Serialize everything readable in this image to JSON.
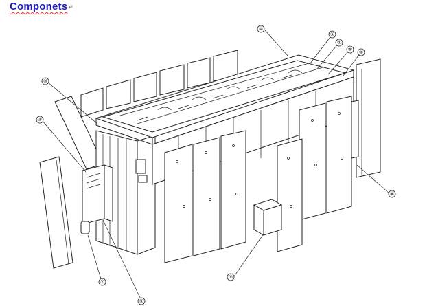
{
  "document": {
    "title": "Componets",
    "paragraph_mark": "↵"
  },
  "callouts": [
    {
      "id": "c1",
      "label": "①"
    },
    {
      "id": "c2",
      "label": "①"
    },
    {
      "id": "c3",
      "label": "②"
    },
    {
      "id": "c4",
      "label": "⑤"
    },
    {
      "id": "c5",
      "label": "③"
    },
    {
      "id": "c6",
      "label": "⑩"
    },
    {
      "id": "c7",
      "label": "④"
    },
    {
      "id": "c8",
      "label": "⑧"
    },
    {
      "id": "c9",
      "label": "⑨"
    },
    {
      "id": "c10",
      "label": "⑦"
    },
    {
      "id": "c11",
      "label": "⑥"
    }
  ]
}
